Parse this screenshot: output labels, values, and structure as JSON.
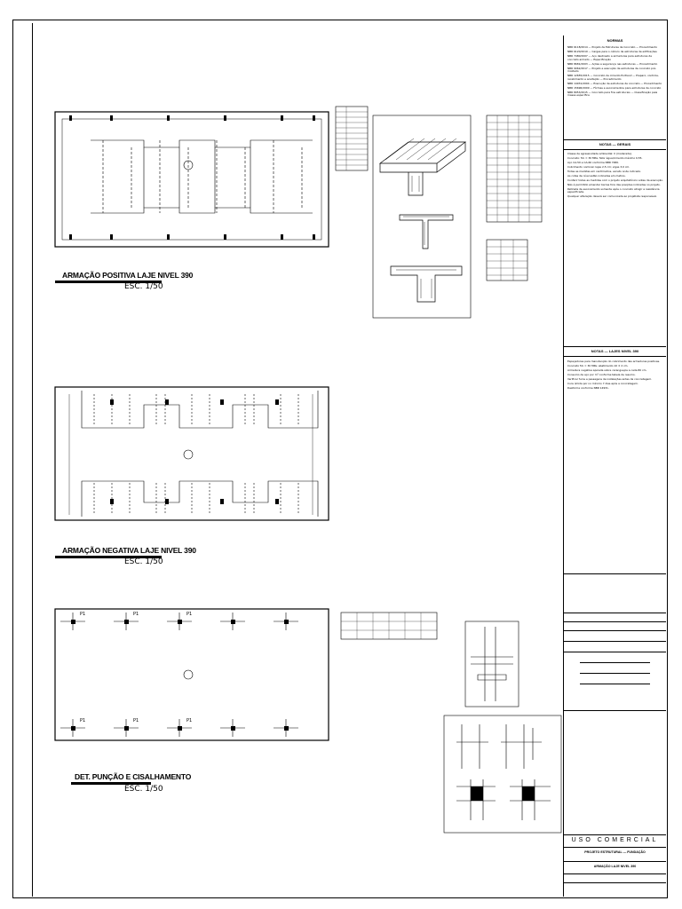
{
  "drawings": {
    "positive": {
      "title": "ARMAÇÃO POSITIVA LAJE NIVEL 390",
      "scale": "ESC. 1/50"
    },
    "negative": {
      "title": "ARMAÇÃO NEGATIVA LAJE NIVEL 390",
      "scale": "ESC. 1/50"
    },
    "punching": {
      "title": "DET. PUNÇÃO E CISALHAMENTO",
      "scale": "ESC. 1/50"
    }
  },
  "pillars": [
    "P1",
    "P1",
    "P1",
    "P1",
    "P1",
    "P1"
  ],
  "side_panel": {
    "section_norms": "NORMAS",
    "norms": [
      "NBR 6118/2014 — Projeto de Estruturas de Concreto — Procedimento",
      "NBR 6120/2019 — Cargas para o cálculo de estruturas de edificações",
      "NBR 7480/2007 — Aço destinado a armaduras para estruturas de concreto armado — Especificação",
      "NBR 8681/2003 — Ações e segurança nas estruturas — Procedimento",
      "NBR 9062/2017 — Projeto e execução de estruturas de concreto pré-moldado",
      "NBR 12655/2015 — Concreto de cimento Portland — Preparo, controle, recebimento e aceitação — Procedimento",
      "NBR 14931/2004 — Execução de estruturas de concreto — Procedimento",
      "NBR 15696/2009 — Fôrmas e escoramentos para estruturas de concreto",
      "NBR 8953/2015 — Concreto para fins estruturais — Classificação pela massa específica"
    ],
    "section_general": "NOTAS — GERAIS",
    "general_notes": [
      "Classe de agressividade ambiental: II (moderada).",
      "Concreto: fck = 30 MPa; fator água/cimento máximo 0,55.",
      "Aço CA-50 e CA-60 conforme NBR 7480.",
      "Cobrimento nominal: lajes 2,5 cm; vigas 3,0 cm.",
      "Todas as medidas em centímetros, exceto onde indicado.",
      "As cotas de nível estão indicadas em metros.",
      "Conferir todas as medidas com o projeto arquitetônico antes da execução.",
      "Não é permitido emendar barras fora das posições indicadas no projeto.",
      "Retirada de escoramento somente após o concreto atingir a resistência especificada.",
      "Qualquer alteração deverá ser comunicada ao projetista responsável."
    ],
    "section_slab": "NOTAS — LAJES NIVEL 390",
    "slab_notes": [
      "Espaçadores para manutenção do cobrimento das armaduras positivas.",
      "Concreto fck = 30 MPa; abatimento 10 ± 2 cm.",
      "Armadura negativa apoiada sobre caranguejos a cada 80 cm.",
      "Consumo de aço por m² conforme tabela de resumo.",
      "Verificar furos e passagens de instalações antes da concretagem.",
      "Cura úmida por no mínimo 7 dias após a concretagem.",
      "Desforma conforme NBR 14931."
    ],
    "company": "USO COMERCIAL",
    "project": "PROJETO ESTRUTURAL — FUNDAÇÃO",
    "sheet_title": "ARMAÇÃO LAJE NIVEL 390"
  }
}
